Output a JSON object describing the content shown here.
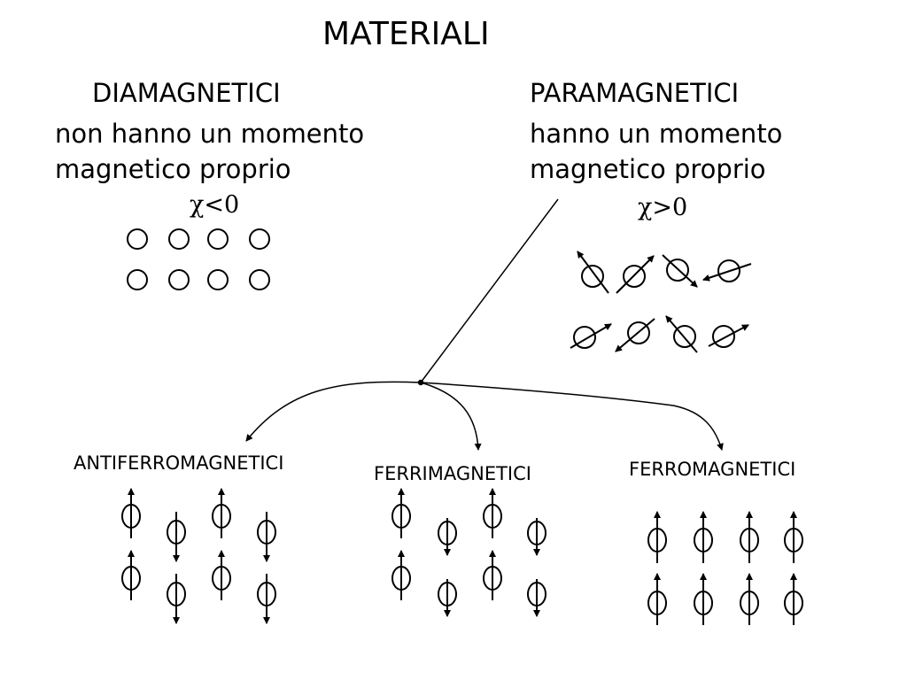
{
  "title": "MATERIALI",
  "diamagnetici": {
    "title": "DIAMAGNETICI",
    "description_lines": [
      "non hanno un momento",
      "magnetico proprio"
    ],
    "chi": "χ<0"
  },
  "paramagnetici": {
    "title": "PARAMAGNETICI",
    "description_lines": [
      "hanno un momento",
      "magnetico proprio"
    ],
    "chi": "χ>0"
  },
  "branches": {
    "antiferromagnetici": "ANTIFERROMAGNETICI",
    "ferrimagnetici": "FERRIMAGNETICI",
    "ferromagnetici": "FERROMAGNETICI"
  }
}
